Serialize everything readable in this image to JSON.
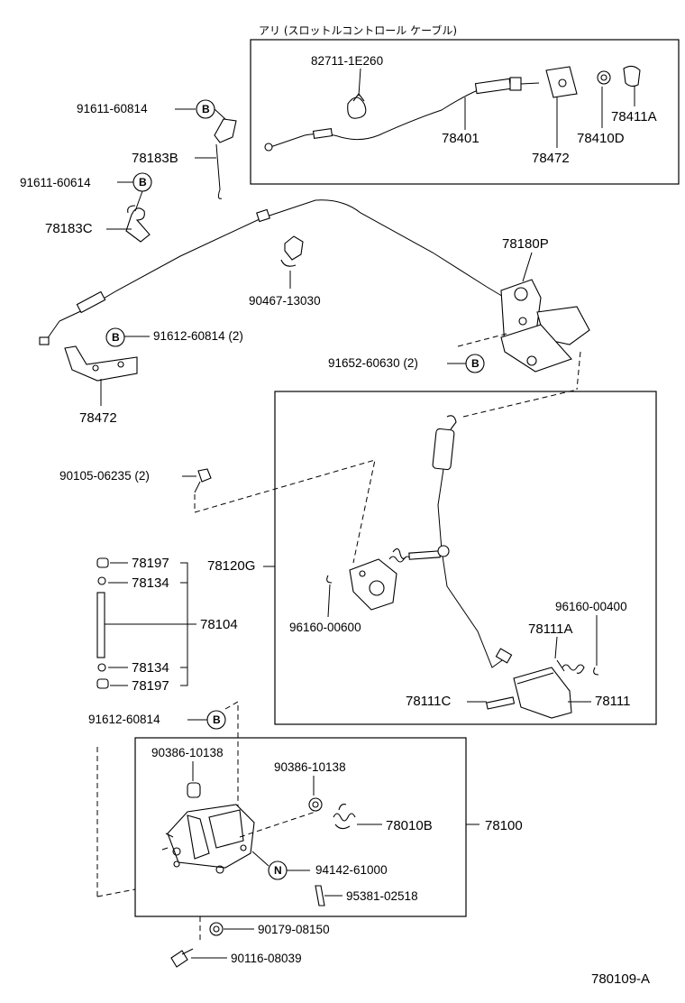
{
  "sub_assembly_title": "アリ (スロットルコントロール ケーブル)",
  "drawing_number": "780109-A",
  "badge_letters": {
    "b": "B",
    "n": "N"
  },
  "labels": {
    "p82711": "82711-1E260",
    "p78401": "78401",
    "p78472_top": "78472",
    "p78410D": "78410D",
    "p78411A": "78411A",
    "p91611_60814": "91611-60814",
    "p78183B": "78183B",
    "p91611_60614": "91611-60614",
    "p78183C": "78183C",
    "p90467": "90467-13030",
    "p78180P": "78180P",
    "p91612_60814_2": "91612-60814 (2)",
    "p78472_left": "78472",
    "p91652": "91652-60630 (2)",
    "p90105": "90105-06235 (2)",
    "p78197_a": "78197",
    "p78134_a": "78134",
    "p78104": "78104",
    "p78134_b": "78134",
    "p78197_b": "78197",
    "p78120G": "78120G",
    "p96160_00600": "96160-00600",
    "p96160_00400": "96160-00400",
    "p78111A": "78111A",
    "p78111C": "78111C",
    "p78111": "78111",
    "p91612_60814": "91612-60814",
    "p90386_a": "90386-10138",
    "p90386_b": "90386-10138",
    "p78010B": "78010B",
    "p78100": "78100",
    "p94142": "94142-61000",
    "p95381": "95381-02518",
    "p90179": "90179-08150",
    "p90116": "90116-08039"
  }
}
